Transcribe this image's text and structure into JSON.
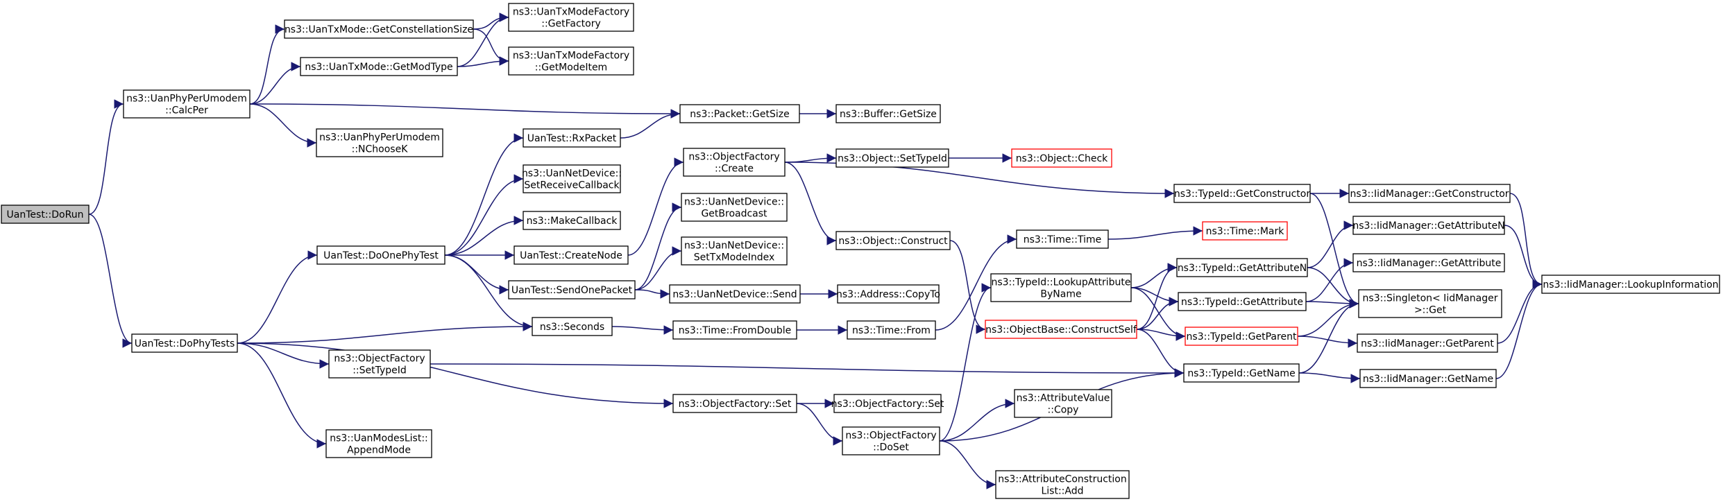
{
  "diagram": {
    "nodes": [
      {
        "id": "dorun",
        "lines": [
          "UanTest::DoRun"
        ],
        "style": "root"
      },
      {
        "id": "calcper",
        "lines": [
          "ns3::UanPhyPerUmodem",
          "::CalcPer"
        ]
      },
      {
        "id": "getconst",
        "lines": [
          "ns3::UanTxMode::GetConstellationSize"
        ]
      },
      {
        "id": "getmodtype",
        "lines": [
          "ns3::UanTxMode::GetModType"
        ]
      },
      {
        "id": "getfactory",
        "lines": [
          "ns3::UanTxModeFactory",
          "::GetFactory"
        ]
      },
      {
        "id": "getmodeitem",
        "lines": [
          "ns3::UanTxModeFactory",
          "::GetModeItem"
        ]
      },
      {
        "id": "nchoosek",
        "lines": [
          "ns3::UanPhyPerUmodem",
          "::NChooseK"
        ]
      },
      {
        "id": "packetgetsize",
        "lines": [
          "ns3::Packet::GetSize"
        ]
      },
      {
        "id": "buffergetsize",
        "lines": [
          "ns3::Buffer::GetSize"
        ]
      },
      {
        "id": "rxpacket",
        "lines": [
          "UanTest::RxPacket"
        ]
      },
      {
        "id": "setrecv",
        "lines": [
          "ns3::UanNetDevice::",
          "SetReceiveCallback"
        ]
      },
      {
        "id": "makecallback",
        "lines": [
          "ns3::MakeCallback"
        ]
      },
      {
        "id": "createnode",
        "lines": [
          "UanTest::CreateNode"
        ]
      },
      {
        "id": "doonephy",
        "lines": [
          "UanTest::DoOnePhyTest"
        ]
      },
      {
        "id": "sendonepacket",
        "lines": [
          "UanTest::SendOnePacket"
        ]
      },
      {
        "id": "seconds",
        "lines": [
          "ns3::Seconds"
        ]
      },
      {
        "id": "dophytests",
        "lines": [
          "UanTest::DoPhyTests"
        ]
      },
      {
        "id": "ofsettypeid",
        "lines": [
          "ns3::ObjectFactory",
          "::SetTypeId"
        ]
      },
      {
        "id": "appendmode",
        "lines": [
          "ns3::UanModesList::",
          "AppendMode"
        ]
      },
      {
        "id": "ofcreate",
        "lines": [
          "ns3::ObjectFactory",
          "::Create"
        ]
      },
      {
        "id": "getbroadcast",
        "lines": [
          "ns3::UanNetDevice::",
          "GetBroadcast"
        ]
      },
      {
        "id": "settxmode",
        "lines": [
          "ns3::UanNetDevice::",
          "SetTxModeIndex"
        ]
      },
      {
        "id": "netsend",
        "lines": [
          "ns3::UanNetDevice::Send"
        ]
      },
      {
        "id": "copyto",
        "lines": [
          "ns3::Address::CopyTo"
        ]
      },
      {
        "id": "fromdouble",
        "lines": [
          "ns3::Time::FromDouble"
        ]
      },
      {
        "id": "timefrom",
        "lines": [
          "ns3::Time::From"
        ]
      },
      {
        "id": "ofset",
        "lines": [
          "ns3::ObjectFactory::Set"
        ]
      },
      {
        "id": "ofset2",
        "lines": [
          "ns3::ObjectFactory::Set"
        ]
      },
      {
        "id": "ofdoset",
        "lines": [
          "ns3::ObjectFactory",
          "::DoSet"
        ]
      },
      {
        "id": "objsettypeid",
        "lines": [
          "ns3::Object::SetTypeId"
        ]
      },
      {
        "id": "objcheck",
        "lines": [
          "ns3::Object::Check"
        ],
        "style": "red"
      },
      {
        "id": "objconstruct",
        "lines": [
          "ns3::Object::Construct"
        ]
      },
      {
        "id": "timetime",
        "lines": [
          "ns3::Time::Time"
        ]
      },
      {
        "id": "timemark",
        "lines": [
          "ns3::Time::Mark"
        ],
        "style": "red"
      },
      {
        "id": "lookupattr",
        "lines": [
          "ns3::TypeId::LookupAttribute",
          "ByName"
        ]
      },
      {
        "id": "constructself",
        "lines": [
          "ns3::ObjectBase::ConstructSelf"
        ],
        "style": "red"
      },
      {
        "id": "attrvalcopy",
        "lines": [
          "ns3::AttributeValue",
          "::Copy"
        ]
      },
      {
        "id": "attrconstr",
        "lines": [
          "ns3::AttributeConstruction",
          "List::Add"
        ]
      },
      {
        "id": "getconstructor",
        "lines": [
          "ns3::TypeId::GetConstructor"
        ]
      },
      {
        "id": "getattrn",
        "lines": [
          "ns3::TypeId::GetAttributeN"
        ]
      },
      {
        "id": "getattr",
        "lines": [
          "ns3::TypeId::GetAttribute"
        ]
      },
      {
        "id": "getparent",
        "lines": [
          "ns3::TypeId::GetParent"
        ],
        "style": "red"
      },
      {
        "id": "getname",
        "lines": [
          "ns3::TypeId::GetName"
        ]
      },
      {
        "id": "iidgetconstructor",
        "lines": [
          "ns3::IidManager::GetConstructor"
        ]
      },
      {
        "id": "iidgetattrn",
        "lines": [
          "ns3::IidManager::GetAttributeN"
        ]
      },
      {
        "id": "iidgetattr",
        "lines": [
          "ns3::IidManager::GetAttribute"
        ]
      },
      {
        "id": "singleton",
        "lines": [
          "ns3::Singleton< IidManager",
          ">::Get"
        ]
      },
      {
        "id": "iidgetparent",
        "lines": [
          "ns3::IidManager::GetParent"
        ]
      },
      {
        "id": "iidgetname",
        "lines": [
          "ns3::IidManager::GetName"
        ]
      },
      {
        "id": "iidlookup",
        "lines": [
          "ns3::IidManager::LookupInformation"
        ]
      }
    ]
  }
}
